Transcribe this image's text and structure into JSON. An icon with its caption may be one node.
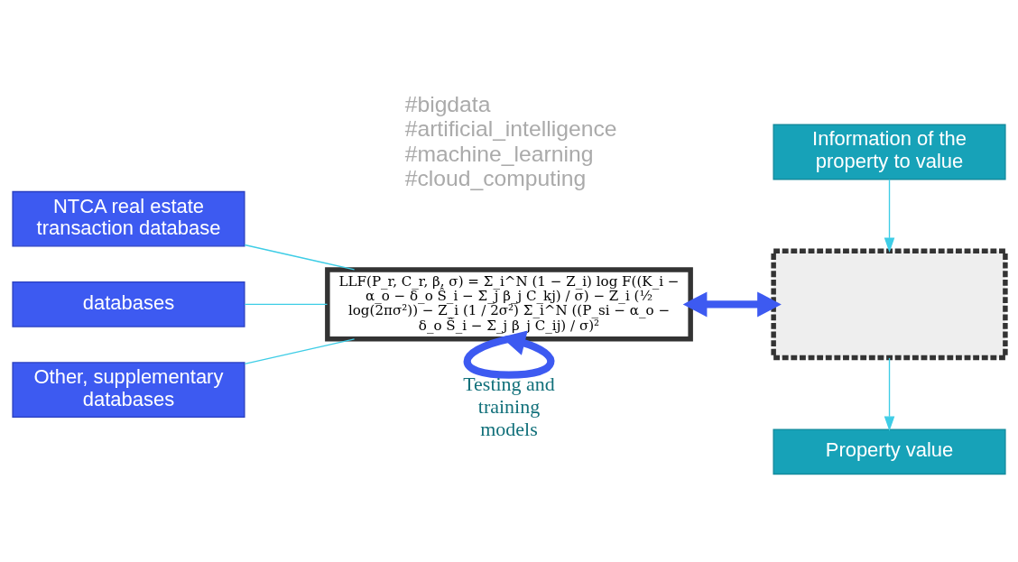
{
  "diagram": {
    "nodes": [
      {
        "text": [
          "NTCA real estate transaction database"
        ]
      },
      {
        "text": [
          "databases"
        ]
      },
      {
        "text": [
          "Other, supplementary databases"
        ]
      },
      {
        "text": [
          "LLF(P_r, C_r, β, σ) = Σ_i^N (1 − Z_i) log F((K_i − α_o − δ_o Ŝ_i − Σ_j β_j C_kj) / σ) − Z_i (½ log(2πσ²)) − Z_i (1 / 2σ²) Σ_i^N ((P_si − α_o − δ_o Ŝ_i − Σ_j β_j C_ij) / σ)²"
        ]
      },
      {
        "text": [],
        "shape": "box"
      },
      {
        "text": [
          "Information of the property to value"
        ]
      },
      {
        "text": [
          "Property value"
        ]
      }
    ],
    "edges": [
      {
        "from": 0,
        "to": 3,
        "arrow": "none"
      },
      {
        "from": 1,
        "to": 3,
        "arrow": "none"
      },
      {
        "from": 2,
        "to": 3,
        "arrow": "none"
      },
      {
        "from": 3,
        "to": 3,
        "arrow": "to",
        "label": "Testing and training models",
        "style": "thick",
        "color": "#3d5af1"
      },
      {
        "from": 3,
        "to": 4,
        "arrow": "both",
        "style": "thick",
        "color": "#3d5af1"
      },
      {
        "from": 5,
        "to": 4,
        "arrow": "to"
      },
      {
        "from": 4,
        "to": 6,
        "arrow": "to"
      }
    ],
    "labels": [
      "#bigdata",
      "#artificial_intelligence",
      "#machine_learning",
      "#cloud_computing"
    ]
  }
}
